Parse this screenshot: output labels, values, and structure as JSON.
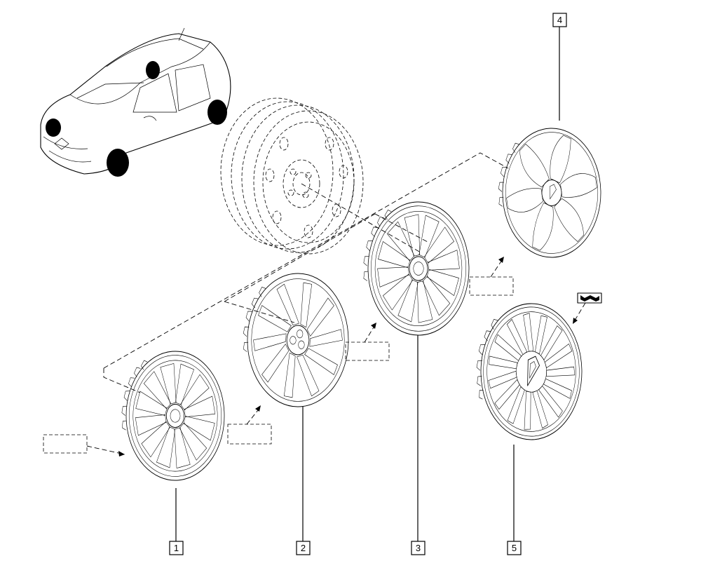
{
  "diagram": {
    "type": "exploded-parts-diagram",
    "callouts": [
      {
        "id": "part-1",
        "label": "1"
      },
      {
        "id": "part-2",
        "label": "2"
      },
      {
        "id": "part-3",
        "label": "3"
      },
      {
        "id": "part-4",
        "label": "4"
      },
      {
        "id": "part-5",
        "label": "5"
      }
    ],
    "components": {
      "vehicle": "car-thumbnail-icon",
      "wheel": "steel-wheel-rim-icon",
      "hubcaps": [
        "wheel-cover-1-icon",
        "wheel-cover-2-icon",
        "wheel-cover-3-icon",
        "wheel-cover-4-icon",
        "wheel-cover-5-icon"
      ],
      "reference_boxes": 5,
      "badge": "logo-badge-icon"
    },
    "colors": {
      "ink": "#000000",
      "background": "#ffffff"
    }
  }
}
